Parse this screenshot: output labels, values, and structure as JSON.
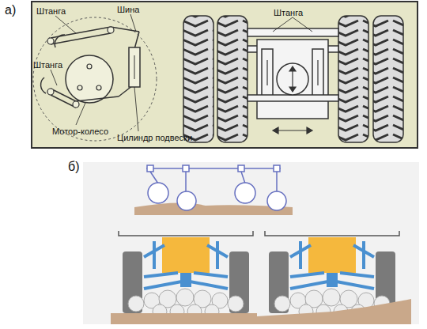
{
  "diagram": {
    "labels": [
      "а)",
      "Штанга",
      "Шина",
      "Штанга",
      "Мотор-колесо",
      "Цилиндр подвески",
      "Штанга",
      "б)"
    ]
  }
}
